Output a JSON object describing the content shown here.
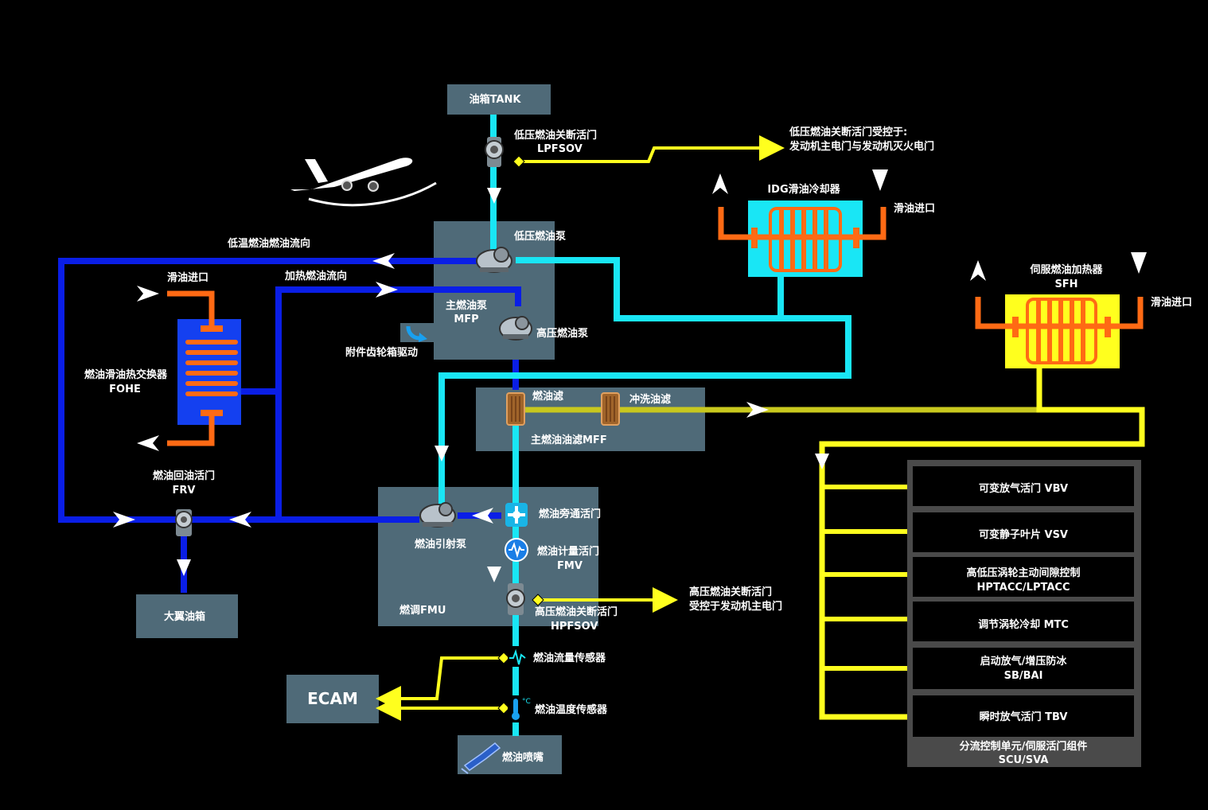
{
  "tank": {
    "label": "油箱TANK"
  },
  "lpfsov": {
    "name": "低压燃油关断活门",
    "code": "LPFSOV"
  },
  "lpfsov_note": {
    "line1": "低压燃油关断活门受控于:",
    "line2": "发动机主电门与发动机灭火电门"
  },
  "idg": {
    "label": "IDG滑油冷却器",
    "oil_inlet": "滑油进口"
  },
  "sfh": {
    "name": "伺服燃油加热器",
    "code": "SFH",
    "oil_inlet": "滑油进口"
  },
  "mfp": {
    "lp_pump": "低压燃油泵",
    "name": "主燃油泵",
    "code": "MFP",
    "hp_pump": "高压燃油泵",
    "gearbox": "附件齿轮箱驱动"
  },
  "flows": {
    "cold": "低温燃油燃油流向",
    "heated": "加热燃油流向"
  },
  "fohe": {
    "oil_inlet": "滑油进口",
    "name": "燃油滑油热交换器",
    "code": "FOHE"
  },
  "mff": {
    "filter": "燃油滤",
    "wash_filter": "冲洗油滤",
    "name": "主燃油油滤MFF"
  },
  "frv": {
    "name": "燃油回油活门",
    "code": "FRV"
  },
  "wing_tank": {
    "label": "大翼油箱"
  },
  "fmu": {
    "bypass": "燃油旁通活门",
    "jet_pump": "燃油引射泵",
    "fmv_name": "燃油计量活门",
    "fmv_code": "FMV",
    "name": "燃调FMU",
    "hpfsov_name": "高压燃油关断活门",
    "hpfsov_code": "HPFSOV"
  },
  "hpfsov_note": {
    "line1": "高压燃油关断活门",
    "line2": "受控于发动机主电门"
  },
  "sensors": {
    "flow": "燃油流量传感器",
    "temp": "燃油温度传感器",
    "temp_unit": "°C"
  },
  "ecam": {
    "label": "ECAM"
  },
  "nozzle": {
    "label": "燃油喷嘴"
  },
  "scu": {
    "items": [
      {
        "line1": "可变放气活门 VBV",
        "line2": ""
      },
      {
        "line1": "可变静子叶片 VSV",
        "line2": ""
      },
      {
        "line1": "高低压涡轮主动间隙控制",
        "line2": "HPTACC/LPTACC"
      },
      {
        "line1": "调节涡轮冷却 MTC",
        "line2": ""
      },
      {
        "line1": "启动放气/增压防冰",
        "line2": "SB/BAI"
      },
      {
        "line1": "瞬时放气活门 TBV",
        "line2": ""
      }
    ],
    "footer1": "分流控制单元/伺服活门组件",
    "footer2": "SCU/SVA"
  },
  "colors": {
    "cyan": "#19e6f5",
    "blue": "#0a1ee6",
    "yellow": "#ffff1e",
    "olive": "#c8c81e",
    "orange": "#ff6a14",
    "box": "#4f6a78",
    "idg_box": "#19e6f5",
    "sfh_box": "#ffff1e",
    "fohe_box": "#1440f0"
  }
}
